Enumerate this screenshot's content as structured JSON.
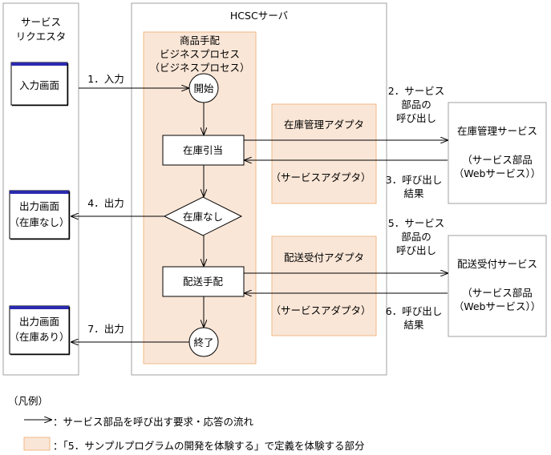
{
  "colors": {
    "adapter_fill": "#fae6d7",
    "adapter_stroke": "#f0b887",
    "box_stroke": "#a0a0a0",
    "screen_bar": "#2a2ab0"
  },
  "requester": {
    "title_line1": "サービス",
    "title_line2": "リクエスタ"
  },
  "server": {
    "title": "HCSCサーバ"
  },
  "process": {
    "title_line1": "商品手配",
    "title_line2": "ビジネスプロセス",
    "title_line3": "（ビジネスプロセス）"
  },
  "screens": {
    "input": "入力画面",
    "output_none_line1": "出力画面",
    "output_none_line2": "（在庫なし）",
    "output_some_line1": "出力画面",
    "output_some_line2": "（在庫あり）"
  },
  "flow": {
    "start": "開始",
    "stock_check": "在庫引当",
    "no_stock": "在庫なし",
    "delivery": "配送手配",
    "end": "終了"
  },
  "adapters": {
    "stock_title": "在庫管理アダプタ",
    "stock_sub": "（サービスアダプタ）",
    "delivery_title": "配送受付アダプタ",
    "delivery_sub": "（サービスアダプタ）"
  },
  "services": {
    "stock_title": "在庫管理サービス",
    "stock_sub1": "（サービス部品",
    "stock_sub2": "（Webサービス））",
    "delivery_title": "配送受付サービス",
    "delivery_sub1": "（サービス部品",
    "delivery_sub2": "（Webサービス））"
  },
  "arrows": {
    "a1": "1．入力",
    "a2_line1": "2．サービス",
    "a2_line2": "部品の",
    "a2_line3": "呼び出し",
    "a3_line1": "3．呼び出し",
    "a3_line2": "結果",
    "a4": "4．出力",
    "a5_line1": "5．サービス",
    "a5_line2": "部品の",
    "a5_line3": "呼び出し",
    "a6_line1": "6．呼び出し",
    "a6_line2": "結果",
    "a7": "7．出力"
  },
  "legend": {
    "title": "（凡例）",
    "arrow_desc": "：サービス部品を呼び出す要求・応答の流れ",
    "area_desc": "：「5．サンプルプログラムの開発を体験する」で定義を体験する部分"
  }
}
